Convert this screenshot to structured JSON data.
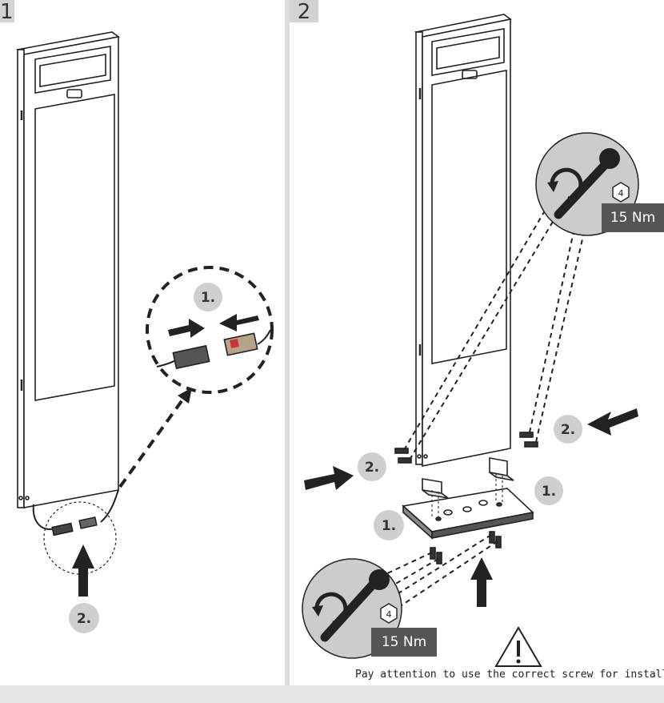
{
  "steps": [
    {
      "number": "1"
    },
    {
      "number": "2"
    }
  ],
  "step1": {
    "callout_label_1": "1.",
    "callout_label_2": "2."
  },
  "step2": {
    "labels": [
      "2.",
      "2.",
      "1.",
      "1."
    ],
    "torque_top": "15 Nm",
    "torque_bottom": "15 Nm",
    "hex_size_top": "4",
    "hex_size_bottom": "4",
    "note": "Pay attention to use the correct screw for installation"
  },
  "colors": {
    "badge": "#cfcfcf",
    "torque_box": "#555555",
    "divider": "#dcdcdc",
    "line": "#222222"
  }
}
